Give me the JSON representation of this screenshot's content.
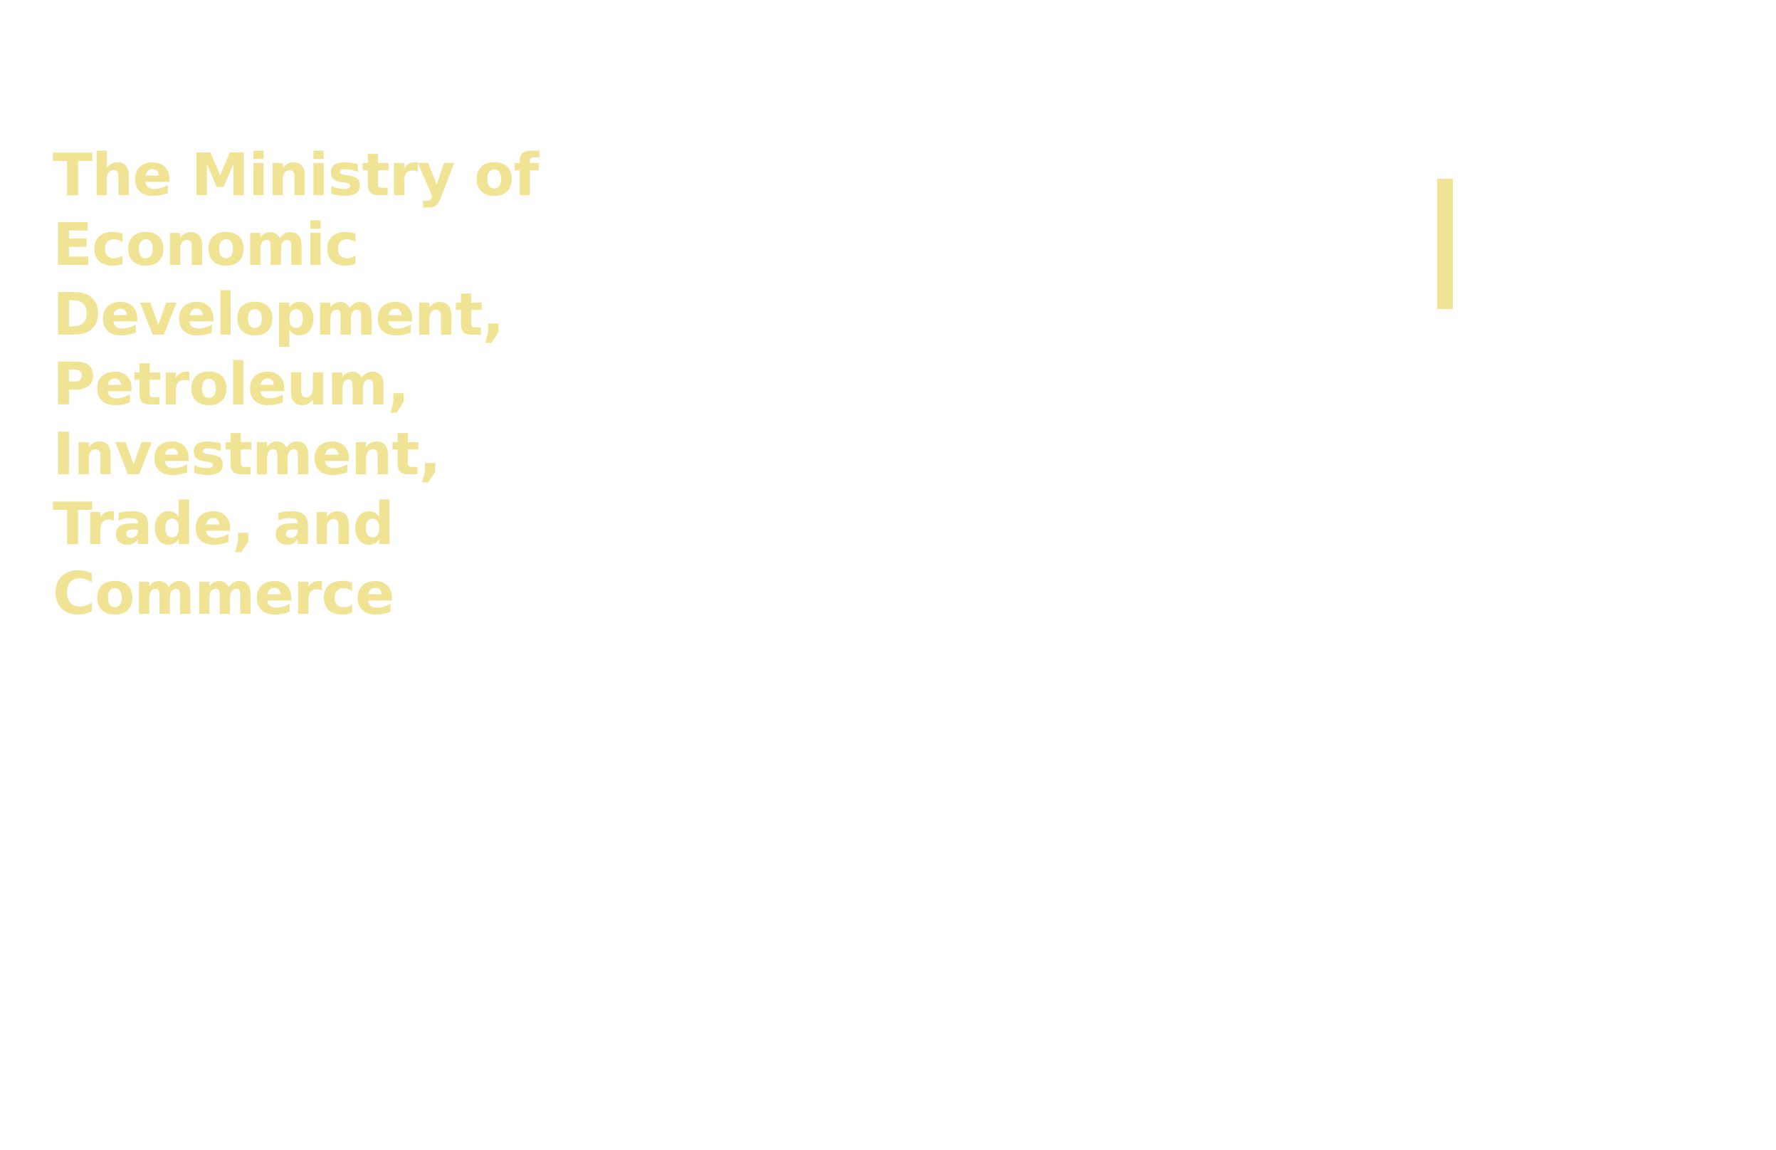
{
  "header": {
    "title_lines": [
      "The Ministry of",
      "Economic",
      "Development,",
      "Petroleum,",
      "Investment,",
      "Trade, and",
      "Commerce"
    ]
  },
  "colors": {
    "accent": "#f1e394",
    "background": "#ffffff"
  }
}
